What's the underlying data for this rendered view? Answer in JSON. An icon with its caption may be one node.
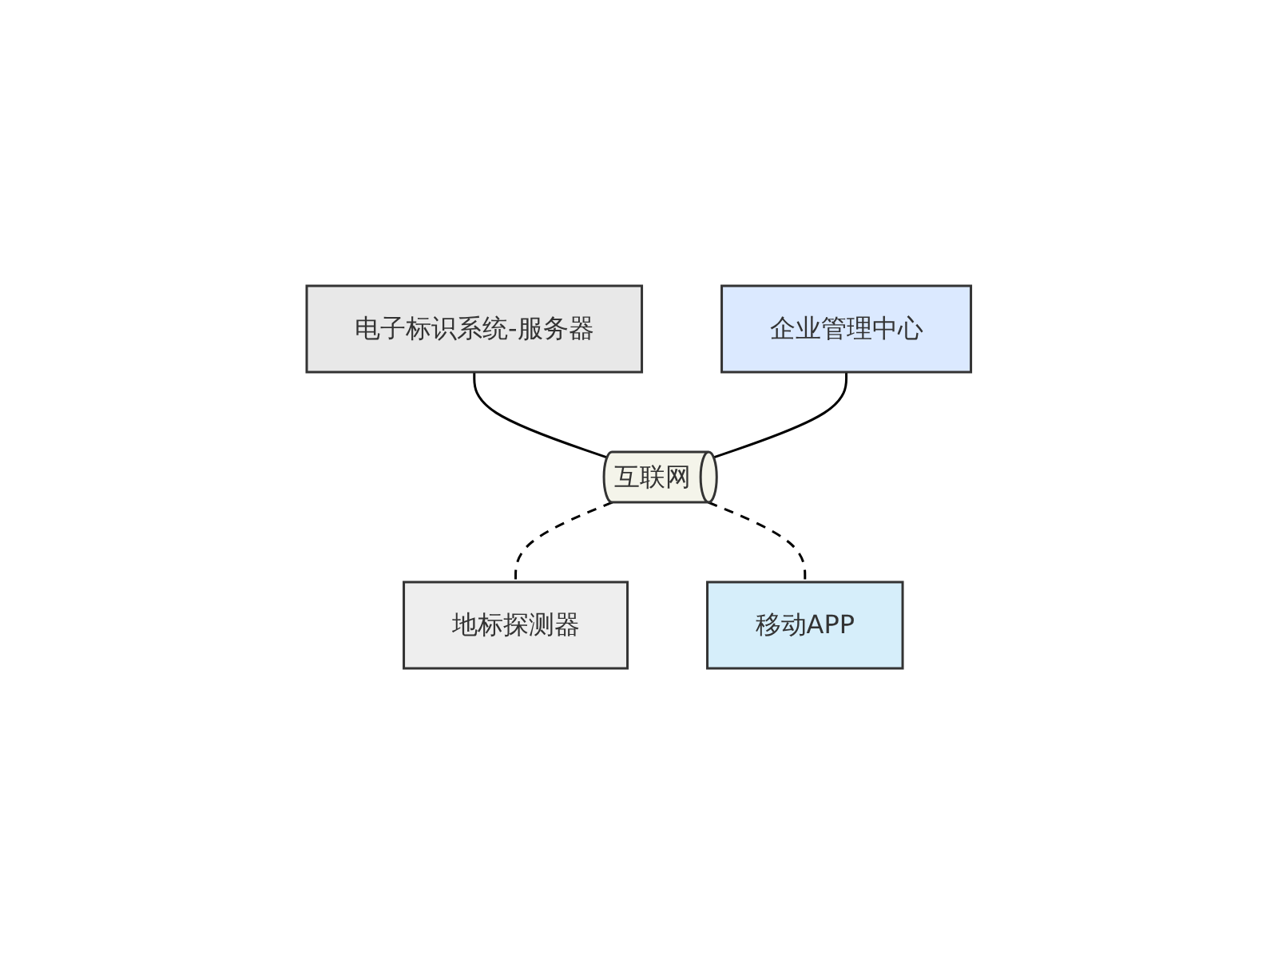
{
  "diagram": {
    "nodes": [
      {
        "text": [
          "电子标识系统-服务器"
        ]
      },
      {
        "text": [
          "企业管理中心"
        ]
      },
      {
        "text": [
          "互联网"
        ]
      },
      {
        "text": [
          "地标探测器"
        ]
      },
      {
        "text": [
          "移动APP"
        ]
      }
    ],
    "edges": [
      {
        "from": 0,
        "to": 2,
        "arrow": "none"
      },
      {
        "from": 1,
        "to": 2,
        "arrow": "none"
      },
      {
        "from": 2,
        "to": 3,
        "arrow": "none",
        "style": "dashed"
      },
      {
        "from": 2,
        "to": 4,
        "arrow": "none",
        "style": "dashed"
      }
    ]
  }
}
